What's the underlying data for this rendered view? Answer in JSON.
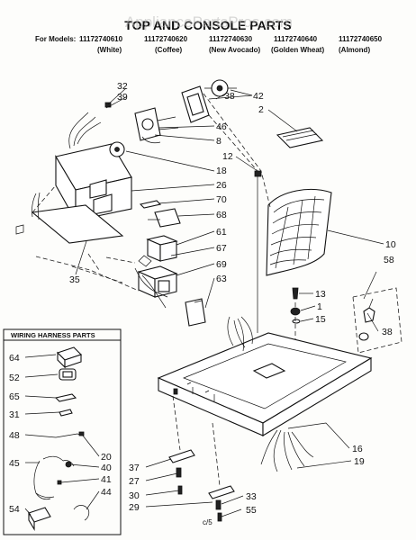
{
  "header": {
    "title": "TOP AND CONSOLE PARTS",
    "model_prefix": "For Models:",
    "models": [
      "11172740610",
      "11172740620",
      "11172740630",
      "11172740640",
      "11172740650"
    ],
    "colors": [
      "(White)",
      "(Coffee)",
      "(New Avocado)",
      "(Golden Wheat)",
      "(Almond)"
    ],
    "watermark": "AppliancePartsPros.com"
  },
  "inset": {
    "title": "WIRING HARNESS PARTS"
  },
  "part_numbers": {
    "p32": "32",
    "p39": "39",
    "p42": "42",
    "p2": "2",
    "p38a": "38",
    "p46": "46",
    "p8": "8",
    "p12": "12",
    "p18": "18",
    "p26": "26",
    "p70": "70",
    "p68": "68",
    "p61": "61",
    "p67": "67",
    "p69": "69",
    "p63": "63",
    "p35": "35",
    "p10": "10",
    "p58": "58",
    "p13": "13",
    "p1": "1",
    "p15": "15",
    "p38b": "38",
    "p16": "16",
    "p19": "19",
    "p37": "37",
    "p27": "27",
    "p30": "30",
    "p29": "29",
    "p33": "33",
    "p55": "55",
    "p64": "64",
    "p52": "52",
    "p65": "65",
    "p31": "31",
    "p48": "48",
    "p20": "20",
    "p45": "45",
    "p40": "40",
    "p41": "41",
    "p44": "44",
    "p54": "54"
  },
  "footer": {
    "page": "c/5"
  }
}
